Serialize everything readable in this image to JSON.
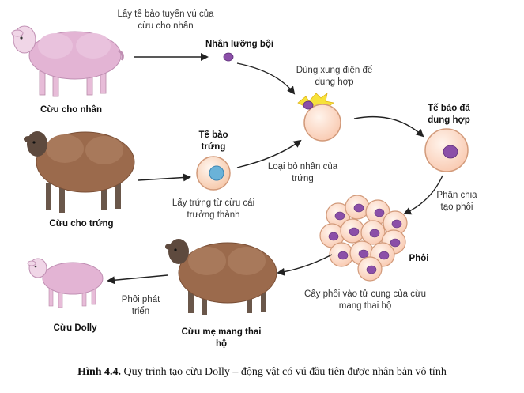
{
  "labels": {
    "take_mammary": "Lấy tế bào tuyến vú của cừu cho nhân",
    "diploid_nucleus": "Nhân lưỡng bội",
    "electric_pulse": "Dùng xung điện để dung hợp",
    "fused_cell": "Tế bào đã dung hợp",
    "donor_nucleus_sheep": "Cừu cho nhân",
    "egg_cell": "Tế bào trứng",
    "remove_nucleus": "Loại bỏ nhân của trứng",
    "take_egg": "Lấy trứng từ cừu cái trưởng thành",
    "egg_donor_sheep": "Cừu cho trứng",
    "divide_embryo": "Phân chia tạo phôi",
    "embryo": "Phôi",
    "implant": "Cấy phôi vào tử cung của cừu mang thai hộ",
    "dolly": "Cừu Dolly",
    "embryo_develop": "Phôi phát triển",
    "surrogate_sheep": "Cừu mẹ mang thai hộ"
  },
  "caption": {
    "number": "Hình 4.4.",
    "text": "Quy trình tạo cừu Dolly – động vật có vú đầu tiên được nhân bản vô tính"
  },
  "colors": {
    "pink_sheep": "#e3b4d4",
    "brown_sheep": "#9b6a4c",
    "cell_fill": "#fce0d2",
    "nucleus_purple": "#8b4fa8",
    "egg_blue": "#6ab2d8",
    "spark_yellow": "#f7e23a"
  }
}
